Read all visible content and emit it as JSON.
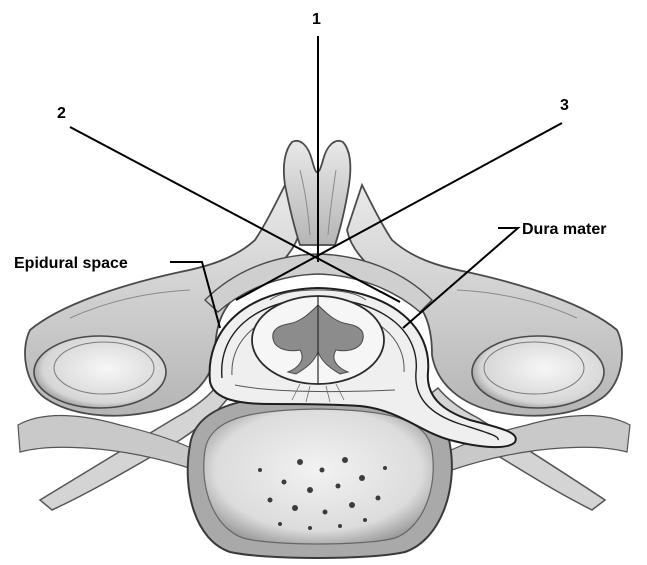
{
  "labels": {
    "number_1": "1",
    "number_2": "2",
    "number_3": "3",
    "epidural_space": "Epidural space",
    "dura_mater": "Dura mater"
  },
  "colors": {
    "background": "#ffffff",
    "bone_light": "#e6e6e6",
    "bone_mid": "#bdbdbd",
    "bone_dark": "#6e6e6e",
    "gray_matter": "#8c8c8c",
    "white_matter": "#f4f4f4",
    "line": "#000000"
  }
}
